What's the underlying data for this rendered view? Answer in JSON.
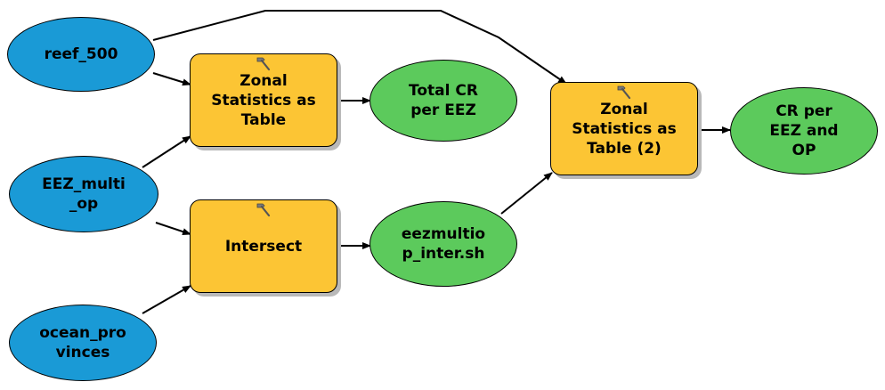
{
  "colors": {
    "input": "#1a9ad6",
    "process": "#fcc534",
    "output": "#5cca5c",
    "connector": "#000000"
  },
  "nodes": {
    "reef_500": {
      "label": "reef_500",
      "kind": "input"
    },
    "eez_multi_op": {
      "label": "EEZ_multi\n_op",
      "kind": "input"
    },
    "ocean_provinces": {
      "label": "ocean_pro\nvinces",
      "kind": "input"
    },
    "zonal_stats_1": {
      "label": "Zonal\nStatistics as\nTable",
      "kind": "process",
      "icon": "hammer-icon"
    },
    "intersect": {
      "label": "Intersect",
      "kind": "process",
      "icon": "hammer-icon"
    },
    "total_cr_per_eez": {
      "label": "Total CR\nper EEZ",
      "kind": "output"
    },
    "eezmultiop_inter": {
      "label": "eezmultio\np_inter.sh",
      "kind": "output"
    },
    "zonal_stats_2": {
      "label": "Zonal\nStatistics as\nTable (2)",
      "kind": "process",
      "icon": "hammer-icon"
    },
    "cr_per_eez_and_op": {
      "label": "CR per\nEEZ and\nOP",
      "kind": "output"
    }
  },
  "connections": [
    {
      "from": "reef_500",
      "to": "zonal_stats_1"
    },
    {
      "from": "eez_multi_op",
      "to": "zonal_stats_1"
    },
    {
      "from": "zonal_stats_1",
      "to": "total_cr_per_eez"
    },
    {
      "from": "eez_multi_op",
      "to": "intersect"
    },
    {
      "from": "ocean_provinces",
      "to": "intersect"
    },
    {
      "from": "intersect",
      "to": "eezmultiop_inter"
    },
    {
      "from": "eezmultiop_inter",
      "to": "zonal_stats_2"
    },
    {
      "from": "reef_500",
      "to": "zonal_stats_2"
    },
    {
      "from": "zonal_stats_2",
      "to": "cr_per_eez_and_op"
    }
  ]
}
